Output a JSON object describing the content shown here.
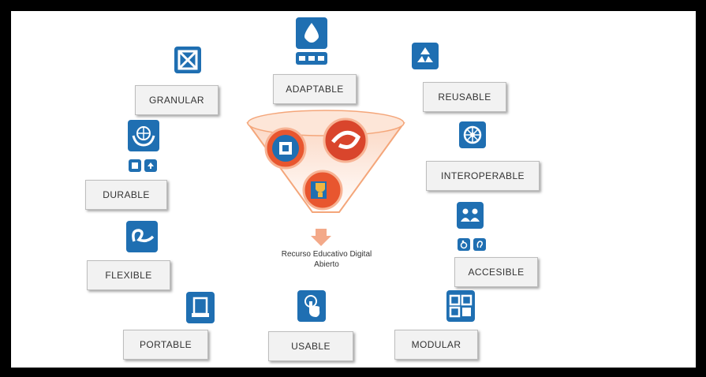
{
  "center": {
    "line1": "Recurso Educativo Digital",
    "line2": "Abierto"
  },
  "properties": [
    {
      "id": "granular",
      "label": "GRANULAR",
      "icon": "cube-layers-icon"
    },
    {
      "id": "adaptable",
      "label": "ADAPTABLE",
      "icon": "water-drop-icon"
    },
    {
      "id": "reusable",
      "label": "REUSABLE",
      "icon": "recycle-icon"
    },
    {
      "id": "durable",
      "label": "DURABLE",
      "icon": "globe-in-hands-icon"
    },
    {
      "id": "interoperable",
      "label": "INTEROPERABLE",
      "icon": "network-wheel-icon"
    },
    {
      "id": "flexible",
      "label": "FLEXIBLE",
      "icon": "ribbon-loop-icon"
    },
    {
      "id": "accesible",
      "label": "ACCESIBLE",
      "icon": "people-group-icon"
    },
    {
      "id": "portable",
      "label": "PORTABLE",
      "icon": "tablet-device-icon"
    },
    {
      "id": "usable",
      "label": "USABLE",
      "icon": "touch-hand-icon"
    },
    {
      "id": "modular",
      "label": "MODULAR",
      "icon": "modules-grid-icon"
    }
  ],
  "colors": {
    "icon_blue": "#1f6fb2",
    "funnel_orange": "#f4a67a",
    "circle_red": "#d9452c",
    "arrow_orange": "#f3a989"
  }
}
